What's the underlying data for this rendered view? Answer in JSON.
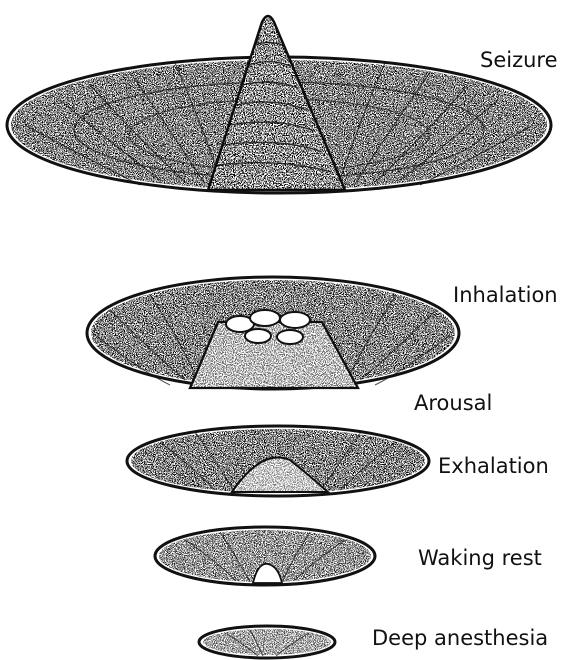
{
  "figure": {
    "levels": [
      {
        "id": "seizure",
        "label": "Seizure"
      },
      {
        "id": "inhalation",
        "label": "Inhalation"
      },
      {
        "id": "arousal",
        "label": "Arousal"
      },
      {
        "id": "exhalation",
        "label": "Exhalation"
      },
      {
        "id": "waking",
        "label": "Waking rest"
      },
      {
        "id": "deep",
        "label": "Deep anesthesia"
      }
    ],
    "colors": {
      "ink": "#111111",
      "paper": "#ffffff"
    }
  }
}
